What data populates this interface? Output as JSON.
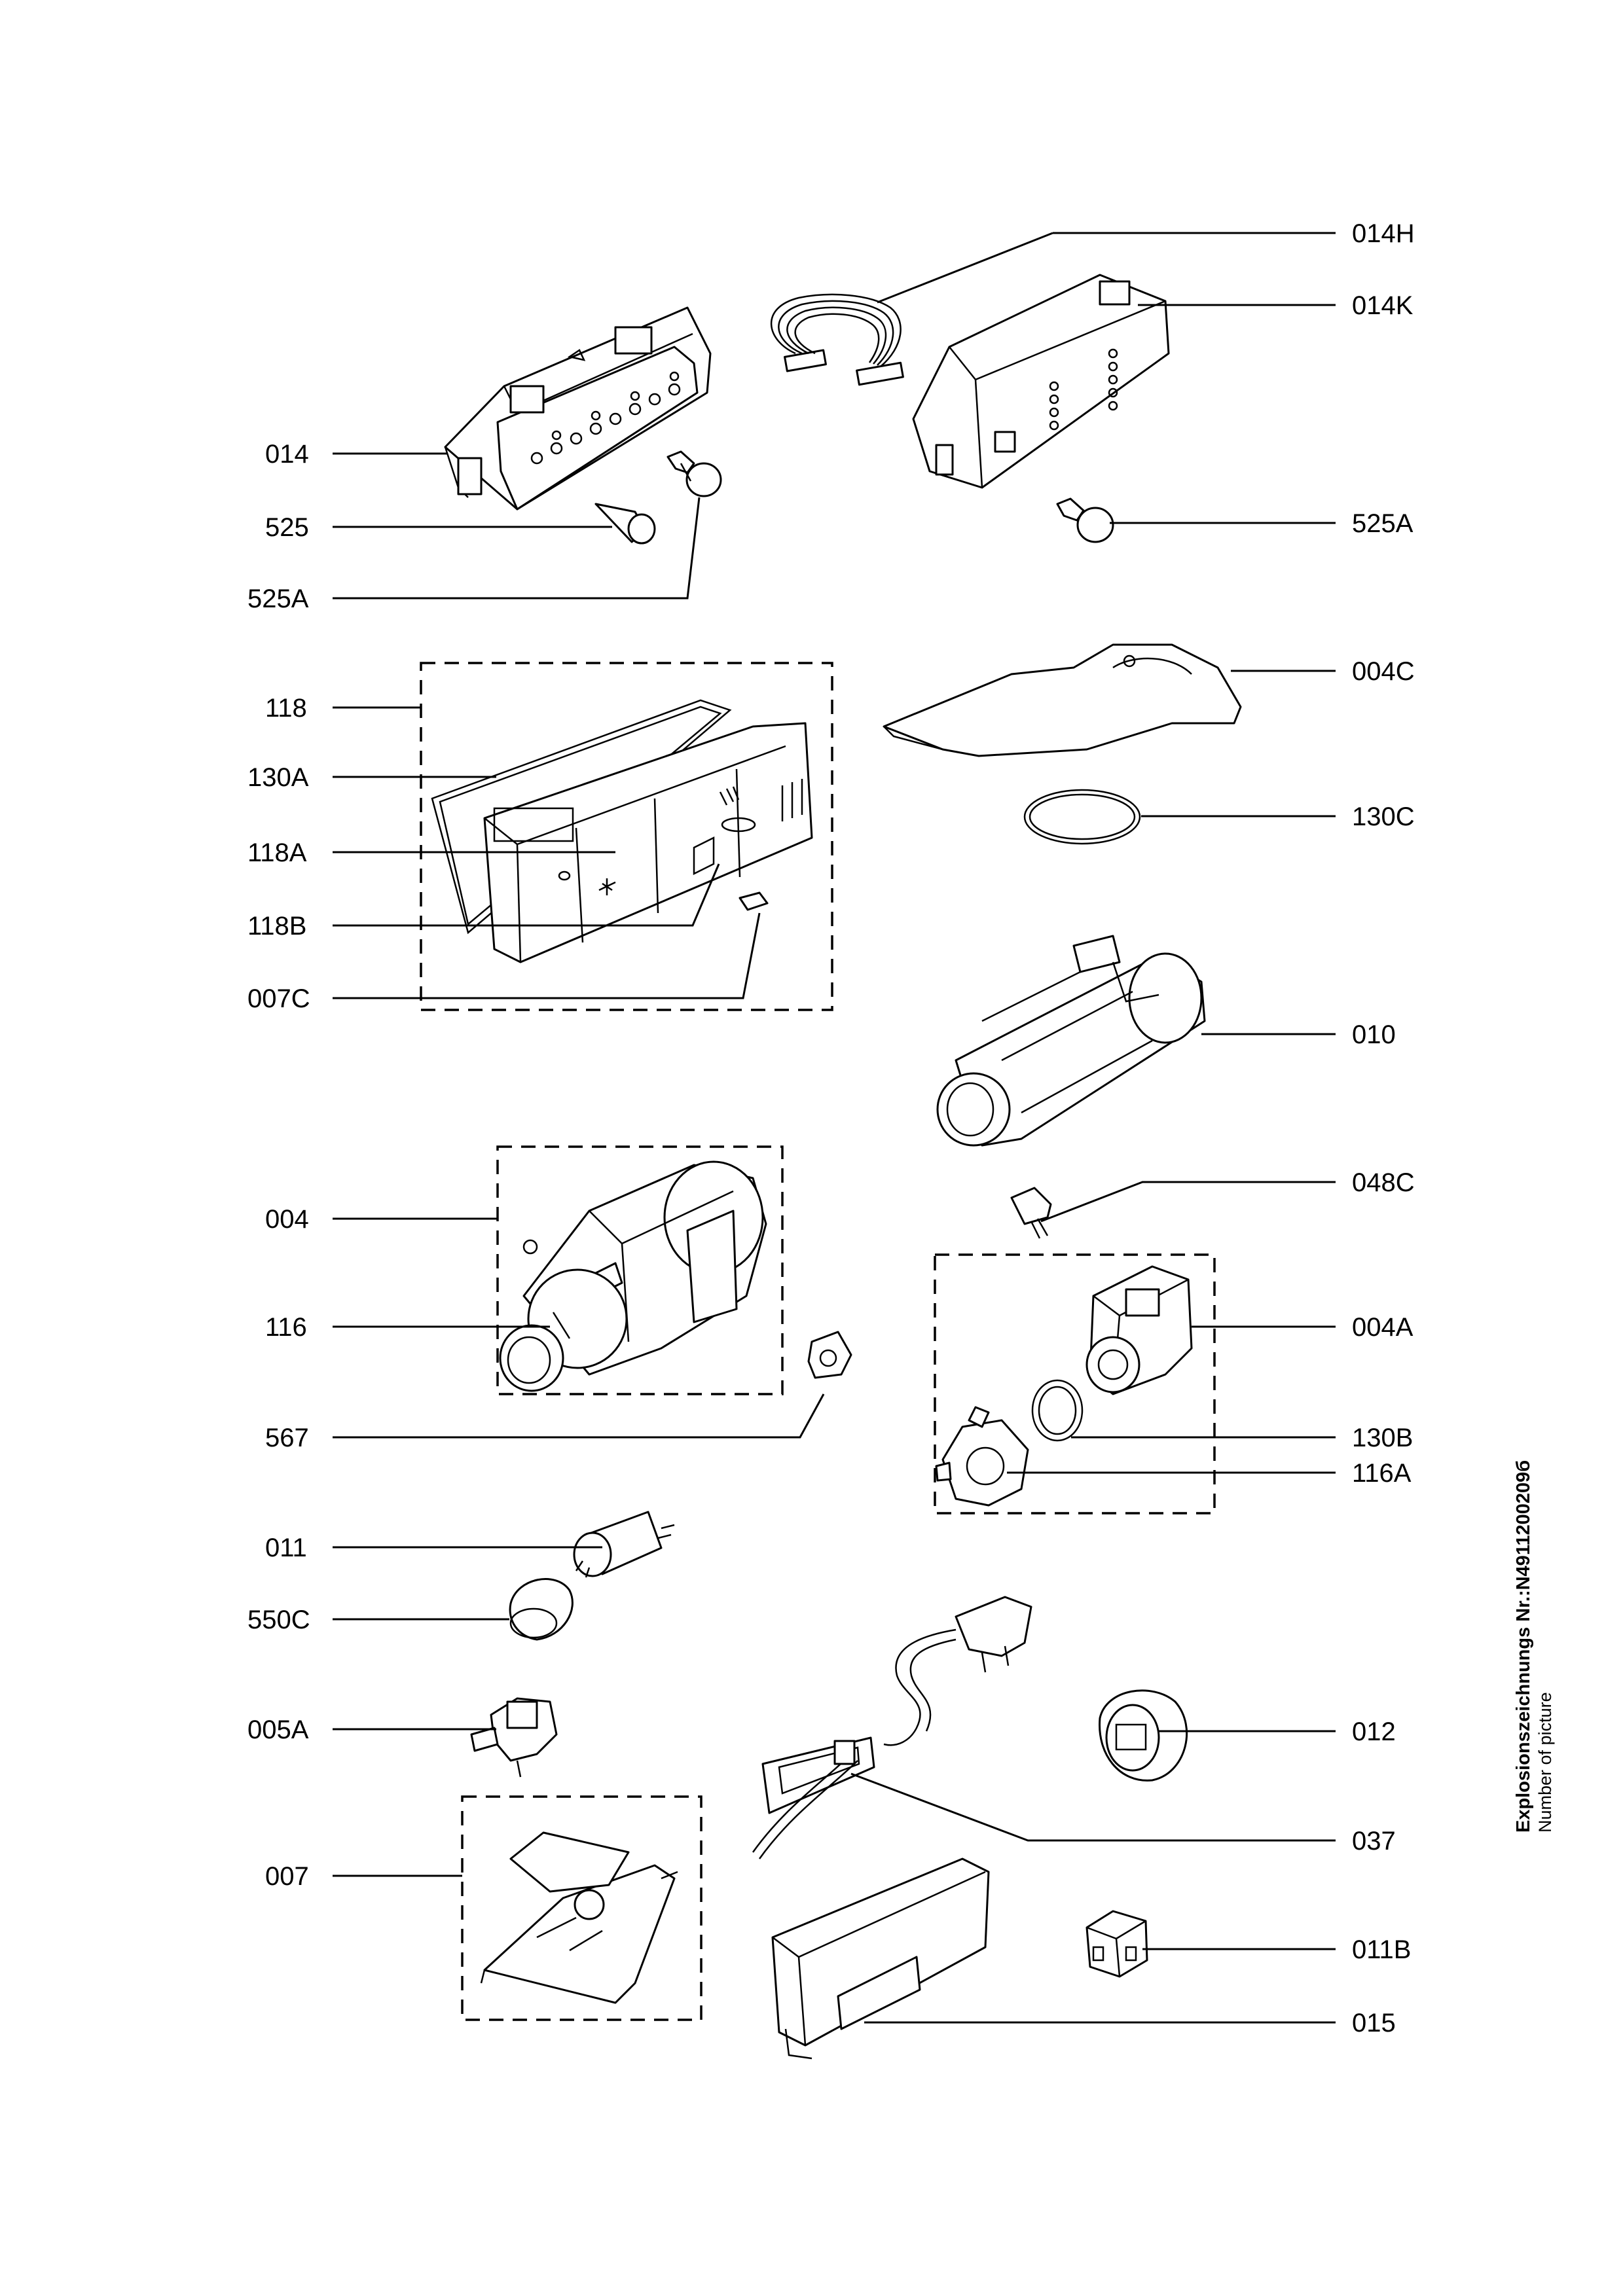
{
  "labels": {
    "l014H": "014H",
    "l014K": "014K",
    "l014": "014",
    "l525": "525",
    "l525A_right": "525A",
    "l525A_left": "525A",
    "l004C": "004C",
    "l118": "118",
    "l130A": "130A",
    "l130C": "130C",
    "l118A": "118A",
    "l118B": "118B",
    "l007C": "007C",
    "l010": "010",
    "l048C": "048C",
    "l004": "004",
    "l004A": "004A",
    "l116": "116",
    "l130B": "130B",
    "l567": "567",
    "l116A": "116A",
    "l011": "011",
    "l550C": "550C",
    "l005A": "005A",
    "l012": "012",
    "l037": "037",
    "l007": "007",
    "l011B": "011B",
    "l015": "015"
  },
  "side_caption": {
    "title": "Explosionszeichnungs  Nr.:N4911200209б",
    "subtitle": "Number of picture"
  }
}
